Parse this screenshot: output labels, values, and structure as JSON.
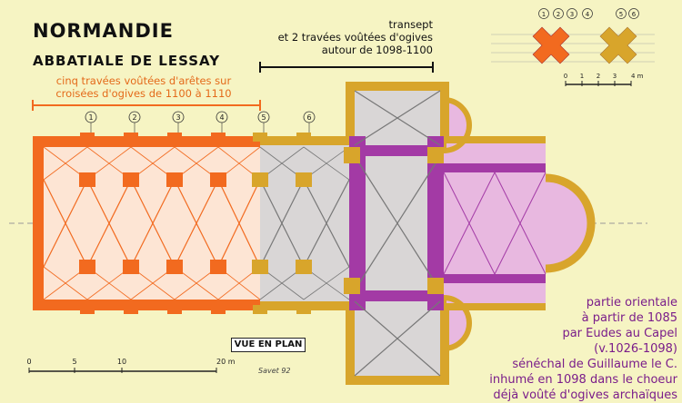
{
  "title": "NORMANDIE",
  "subtitle": "ABBATIALE DE LESSAY",
  "label_orange": [
    "cinq travées voûtées d'arêtes sur",
    "croisées d'ogives de 1100 à 1110"
  ],
  "label_black": [
    "transept",
    "et 2 travées voûtées d'ogives",
    "autour de 1098-1100"
  ],
  "label_purple": [
    "partie orientale",
    "à partir de 1085",
    "par Eudes au Capel",
    "(v.1026-1098)",
    "sénéchal de Guillaume le C.",
    "inhumé en 1098 dans le choeur",
    "déjà voûté d'ogives archaïques"
  ],
  "stamp": "VUE EN PLAN",
  "signature": "Savet 92",
  "bay_numbers": [
    "1",
    "2",
    "3",
    "4",
    "5",
    "6"
  ],
  "inset_numbers_a": [
    "1",
    "2",
    "3",
    "4"
  ],
  "inset_numbers_b": [
    "5",
    "6"
  ],
  "scale_main": [
    "0",
    "5",
    "10",
    "20 m"
  ],
  "scale_small": [
    "0",
    "1",
    "2",
    "3",
    "4 m"
  ],
  "colors": {
    "background": "#f6f4c3",
    "orange": "#f26a1f",
    "pale_orange": "#fde5d4",
    "ochre": "#d8a52b",
    "grey": "#d9d6d6",
    "magenta": "#a33aa5",
    "pink": "#e8b8e0"
  }
}
